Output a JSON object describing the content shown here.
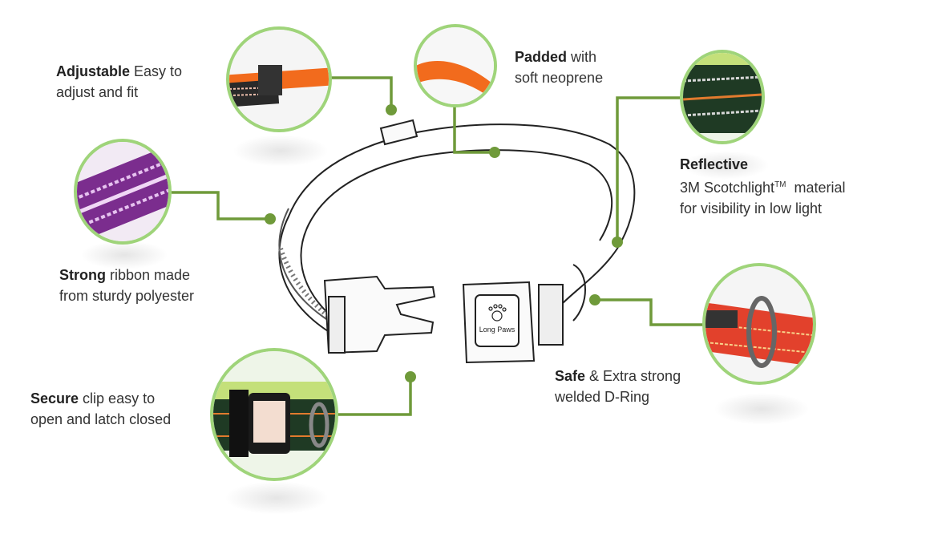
{
  "callouts": {
    "adjustable": {
      "bold": "Adjustable",
      "rest_line1": " Easy to",
      "line2": "adjust and fit"
    },
    "padded": {
      "bold": "Padded",
      "rest_line1": " with",
      "line2": "soft neoprene"
    },
    "reflective": {
      "bold": "Reflective",
      "line2_prefix": "3M Scotchlight",
      "trademark": "TM",
      "line2_suffix": "  material",
      "line3": "for visibility in low light"
    },
    "strong": {
      "bold": "Strong",
      "rest_line1": " ribbon made",
      "line2": "from sturdy polyester"
    },
    "safe": {
      "bold": "Safe",
      "rest_line1": " & Extra strong",
      "line2": "welded D-Ring"
    },
    "secure": {
      "bold": "Secure",
      "rest_line1": " clip easy to",
      "line2": "open and latch closed"
    }
  },
  "brand": {
    "logo_text": "Long Paws"
  },
  "colors": {
    "connector": "#6f9a3a",
    "circle_border": "#9fd47a",
    "orange": "#f26b1d",
    "purple": "#7b2d8e",
    "dark_green": "#1f3a24",
    "red": "#e2412c"
  }
}
